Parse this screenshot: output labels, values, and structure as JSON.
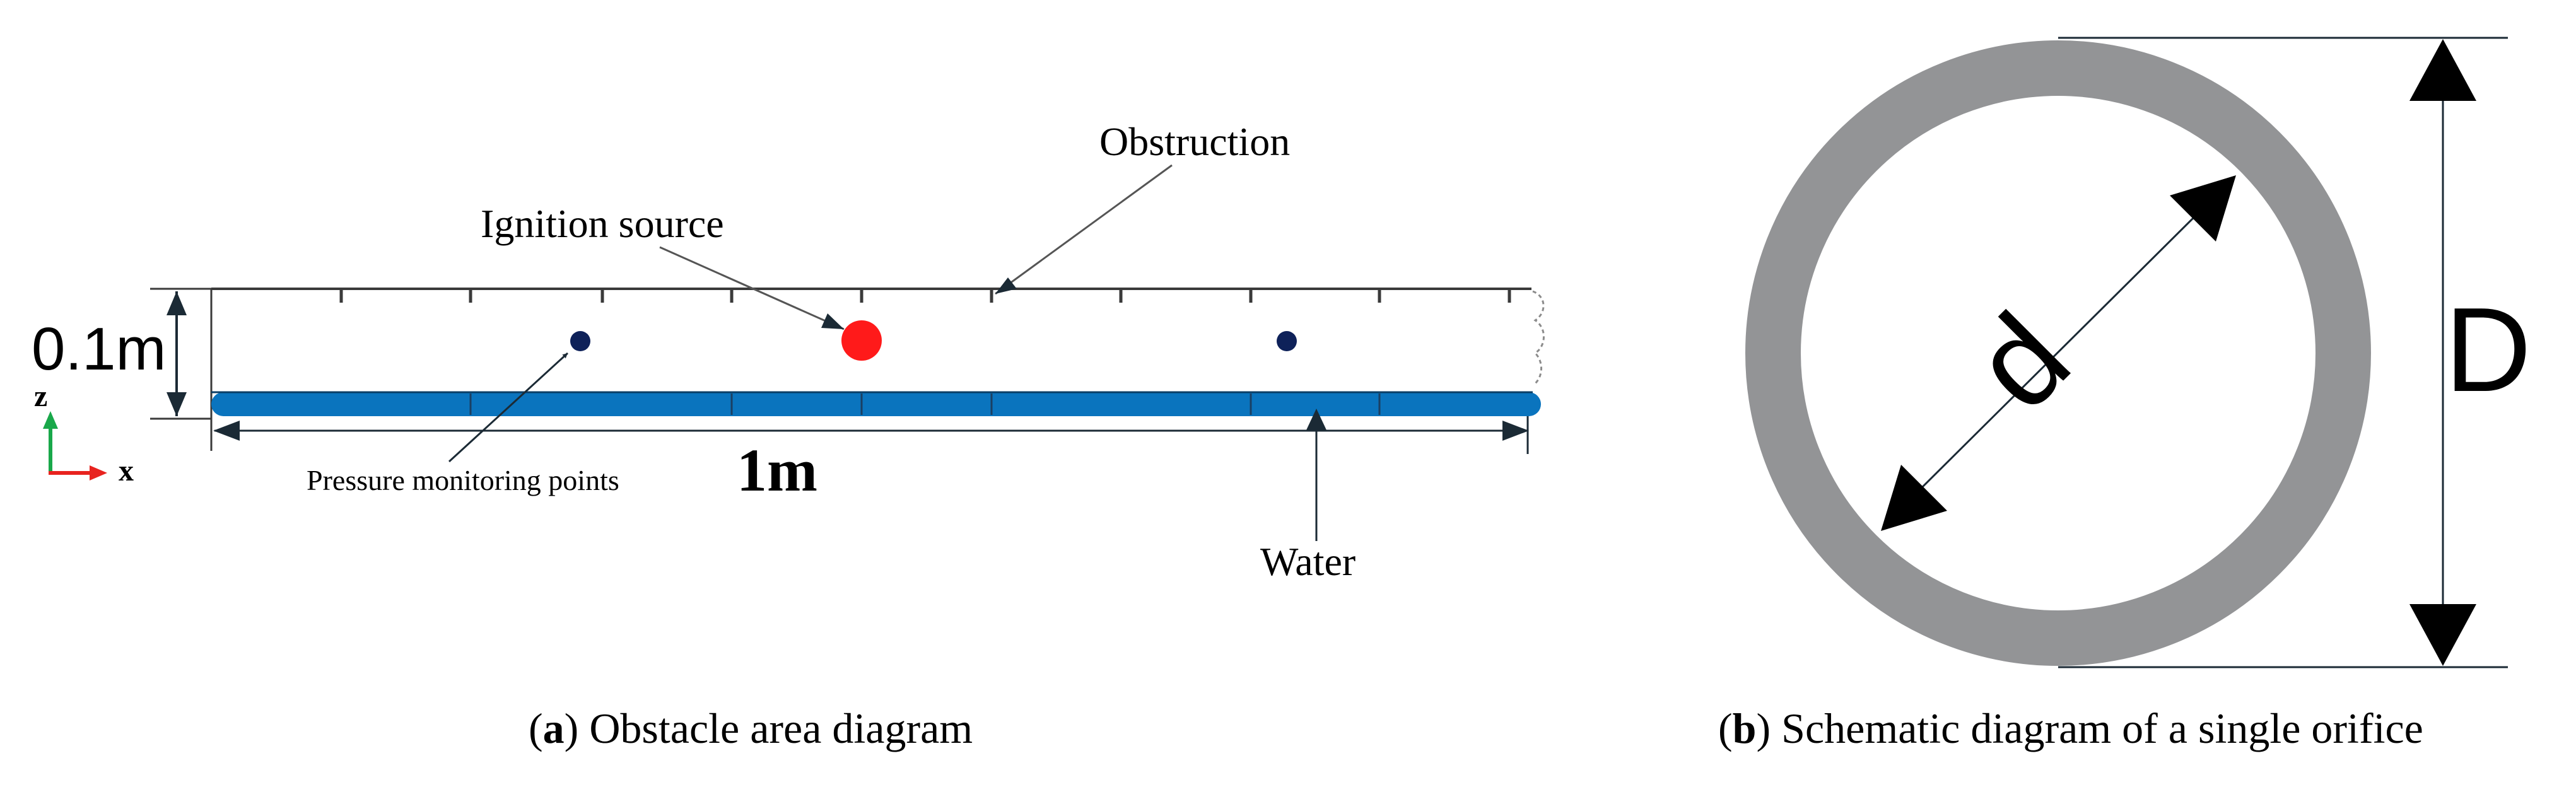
{
  "panel_a": {
    "labels": {
      "obstruction": "Obstruction",
      "ignition_source": "Ignition source",
      "pressure_points": "Pressure monitoring points",
      "water": "Water",
      "height": "0.1m",
      "length": "1m",
      "axis_z": "z",
      "axis_x": "x"
    },
    "caption": {
      "letter": "a",
      "text": " Obstacle area diagram"
    },
    "colors": {
      "water": "#0a74be",
      "ignition": "#ff1a1a",
      "monitor_point": "#0e2159",
      "axis_z": "#19a84a",
      "axis_x": "#e8231f"
    }
  },
  "panel_b": {
    "labels": {
      "inner_diameter": "d",
      "outer_diameter": "D"
    },
    "caption": {
      "letter": "b",
      "text": " Schematic diagram of a single orifice"
    },
    "colors": {
      "ring": "#939496"
    }
  }
}
